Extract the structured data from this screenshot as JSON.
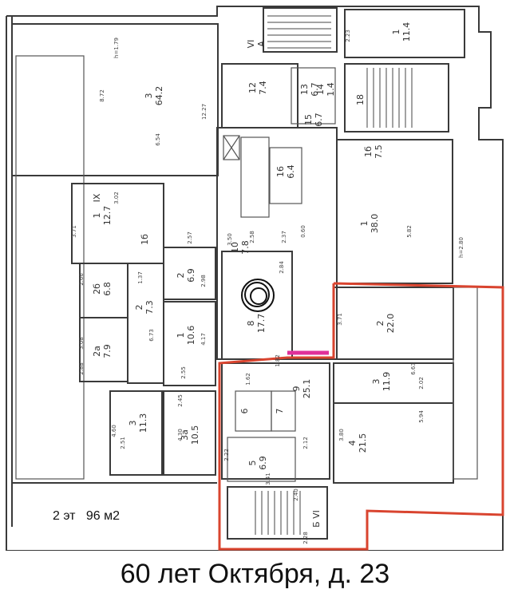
{
  "caption": {
    "floor_info": "2 эт   96 м2",
    "address": "60 лет Октября, д. 23"
  },
  "plan": {
    "highlight_color": "#d9442f",
    "door_highlight_color": "#e0309a",
    "rooms": [
      {
        "number": "3",
        "area": "64.2"
      },
      {
        "number": "1",
        "area": "11.4"
      },
      {
        "number": "12",
        "area": "7.4"
      },
      {
        "number": "13",
        "area": "6.7"
      },
      {
        "number": "14",
        "area": "1.4"
      },
      {
        "number": "15",
        "area": "6.7"
      },
      {
        "number": "18",
        "area": ""
      },
      {
        "number": "16",
        "area": "6.4"
      },
      {
        "number": "1б",
        "area": "7.5"
      },
      {
        "number": "1",
        "area": "38.0"
      },
      {
        "number": "1",
        "area": "12.7"
      },
      {
        "number": "1б",
        "area": ""
      },
      {
        "number": "2",
        "area": "6.9"
      },
      {
        "number": "2б",
        "area": "6.8"
      },
      {
        "number": "2",
        "area": "7.3"
      },
      {
        "number": "1",
        "area": "10.6"
      },
      {
        "number": "2а",
        "area": "7.9"
      },
      {
        "number": "10",
        "area": "7.8"
      },
      {
        "number": "8",
        "area": "17.7"
      },
      {
        "number": "2",
        "area": "22.0"
      },
      {
        "number": "9",
        "area": "25.1"
      },
      {
        "number": "3",
        "area": "11.9"
      },
      {
        "number": "3",
        "area": "11.3"
      },
      {
        "number": "3а",
        "area": "10.5"
      },
      {
        "number": "6",
        "area": ""
      },
      {
        "number": "7",
        "area": ""
      },
      {
        "number": "5",
        "area": "6.9"
      },
      {
        "number": "4",
        "area": "21.5"
      },
      {
        "number": "Б VI",
        "area": ""
      },
      {
        "number": "VI",
        "area": "А"
      },
      {
        "number": "IX",
        "area": ""
      }
    ],
    "dimensions": [
      "8.72",
      "6.54",
      "12.27",
      "h=1.79",
      "3.02",
      "3.71",
      "2.57",
      "2.58",
      "2.37",
      "0.60",
      "5.82",
      "2.84",
      "h=2.80",
      "3.71",
      "6.63",
      "2.02",
      "5.94",
      "3.80",
      "2.12",
      "3.41",
      "2.22",
      "2.28",
      "4.60",
      "2.51",
      "4.30",
      "2.45",
      "2.55",
      "2.88",
      "3.08",
      "2.66",
      "4.17",
      "2.98",
      "6.73",
      "1.37",
      "1.82",
      "2.23",
      "1.62",
      "2.40",
      "3.50"
    ]
  }
}
